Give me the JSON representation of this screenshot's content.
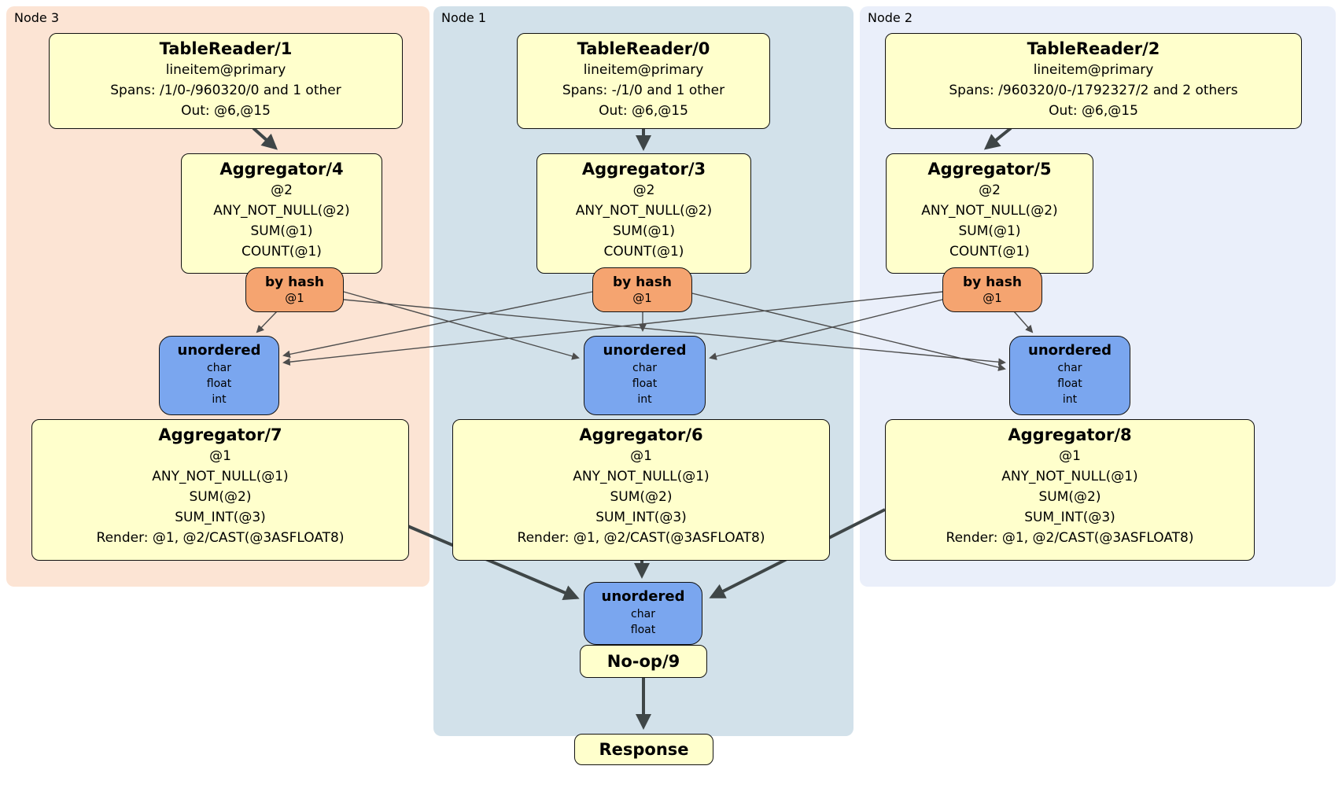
{
  "regions": [
    {
      "id": "node3",
      "label": "Node 3"
    },
    {
      "id": "node1",
      "label": "Node 1"
    },
    {
      "id": "node2",
      "label": "Node 2"
    }
  ],
  "processors": {
    "tr1": {
      "title": "TableReader/1",
      "lines": [
        "lineitem@primary",
        "Spans: /1/0-/960320/0 and 1 other",
        "Out: @6,@15"
      ]
    },
    "tr0": {
      "title": "TableReader/0",
      "lines": [
        "lineitem@primary",
        "Spans: -/1/0 and 1 other",
        "Out: @6,@15"
      ]
    },
    "tr2": {
      "title": "TableReader/2",
      "lines": [
        "lineitem@primary",
        "Spans: /960320/0-/1792327/2 and 2 others",
        "Out: @6,@15"
      ]
    },
    "agg4": {
      "title": "Aggregator/4",
      "lines": [
        "@2",
        "ANY_NOT_NULL(@2)",
        "SUM(@1)",
        "COUNT(@1)"
      ]
    },
    "agg3": {
      "title": "Aggregator/3",
      "lines": [
        "@2",
        "ANY_NOT_NULL(@2)",
        "SUM(@1)",
        "COUNT(@1)"
      ]
    },
    "agg5": {
      "title": "Aggregator/5",
      "lines": [
        "@2",
        "ANY_NOT_NULL(@2)",
        "SUM(@1)",
        "COUNT(@1)"
      ]
    },
    "agg7": {
      "title": "Aggregator/7",
      "lines": [
        "@1",
        "ANY_NOT_NULL(@1)",
        "SUM(@2)",
        "SUM_INT(@3)",
        "Render: @1, @2/CAST(@3ASFLOAT8)"
      ]
    },
    "agg6": {
      "title": "Aggregator/6",
      "lines": [
        "@1",
        "ANY_NOT_NULL(@1)",
        "SUM(@2)",
        "SUM_INT(@3)",
        "Render: @1, @2/CAST(@3ASFLOAT8)"
      ]
    },
    "agg8": {
      "title": "Aggregator/8",
      "lines": [
        "@1",
        "ANY_NOT_NULL(@1)",
        "SUM(@2)",
        "SUM_INT(@3)",
        "Render: @1, @2/CAST(@3ASFLOAT8)"
      ]
    },
    "noop": {
      "title": "No-op/9"
    },
    "resp": {
      "title": "Response"
    }
  },
  "routers": {
    "bh4": {
      "title": "by hash",
      "lines": [
        "@1"
      ]
    },
    "bh3": {
      "title": "by hash",
      "lines": [
        "@1"
      ]
    },
    "bh2": {
      "title": "by hash",
      "lines": [
        "@1"
      ]
    }
  },
  "syncs": {
    "un3": {
      "title": "unordered",
      "lines": [
        "char",
        "float",
        "int"
      ]
    },
    "un1": {
      "title": "unordered",
      "lines": [
        "char",
        "float",
        "int"
      ]
    },
    "un2": {
      "title": "unordered",
      "lines": [
        "char",
        "float",
        "int"
      ]
    },
    "unf": {
      "title": "unordered",
      "lines": [
        "char",
        "float"
      ]
    }
  },
  "colors": {
    "node3": "#fce4d4",
    "node1": "#d2e1ea",
    "node2": "#eaeffa",
    "box": "#ffffcc",
    "router": "#f5a470",
    "sync": "#7aa6ef",
    "thick_edge": "#3f4647",
    "thin_edge": "#4d4d4d"
  }
}
